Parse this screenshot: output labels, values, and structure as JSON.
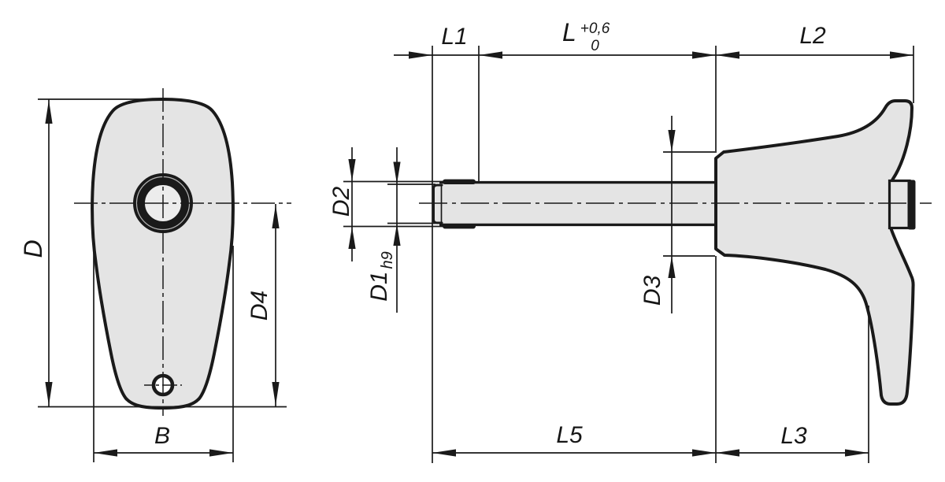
{
  "drawing": {
    "type": "technical-drawing",
    "subject": "ball-lock-pin-with-T-grip",
    "colors": {
      "background": "#ffffff",
      "body_fill": "#e4e4e4",
      "line_color": "#1a1a1a",
      "ring_inner_line": "#b5b5b5"
    },
    "labels": {
      "front_view": {
        "grip_height": "D",
        "axis_to_bottom": "D4",
        "grip_width": "B"
      },
      "side_view": {
        "ball_diameter": "D2",
        "pin_diameter": "D1",
        "pin_diameter_tolerance": "h9",
        "collar_diameter": "D3",
        "tip_length": "L1",
        "clamping_length": "L",
        "clamping_length_tol_upper": "+0,6",
        "clamping_length_tol_lower": "0",
        "handle_length": "L2",
        "overall_length": "L5",
        "grip_length": "L3"
      }
    }
  }
}
